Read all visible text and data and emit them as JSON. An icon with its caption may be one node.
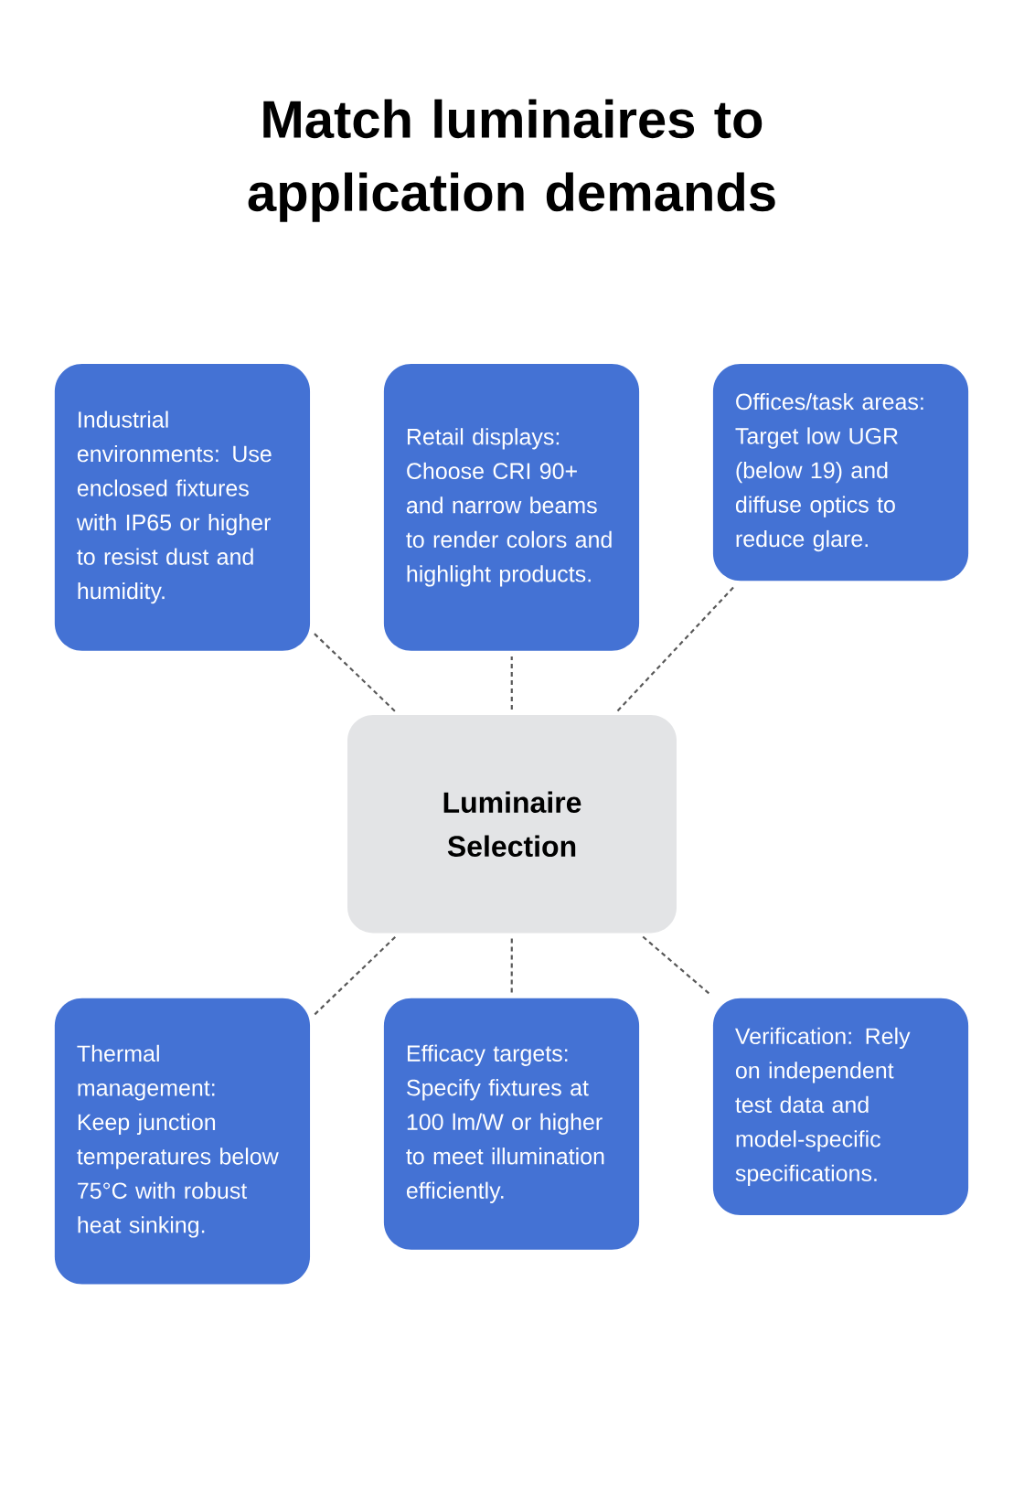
{
  "diagram": {
    "title": "Match luminaires to application demands",
    "nodes": [
      {
        "text": [
          "Industrial environments: Use enclosed fixtures with IP65 or higher to resist dust and humidity."
        ]
      },
      {
        "text": [
          "Retail displays: Choose CRI 90+ and narrow beams to render colors and highlight products."
        ]
      },
      {
        "text": [
          "Offices/task areas: Target low UGR (below 19) and diffuse optics to reduce glare."
        ]
      },
      {
        "text": [
          "Luminaire Selection"
        ]
      },
      {
        "text": [
          "Thermal management: Keep junction temperatures below 75°C with robust heat sinking."
        ]
      },
      {
        "text": [
          "Efficacy targets: Specify fixtures at 100 lm/W or higher to meet illumination efficiently."
        ]
      },
      {
        "text": [
          "Verification: Rely on independent test data and model-specific specifications."
        ]
      }
    ],
    "edges": [
      {
        "from": 3,
        "to": 0,
        "arrow": "none",
        "style": "dashed"
      },
      {
        "from": 3,
        "to": 1,
        "arrow": "none",
        "style": "dashed"
      },
      {
        "from": 3,
        "to": 2,
        "arrow": "none",
        "style": "dashed"
      },
      {
        "from": 3,
        "to": 4,
        "arrow": "none",
        "style": "dashed"
      },
      {
        "from": 3,
        "to": 5,
        "arrow": "none",
        "style": "dashed"
      },
      {
        "from": 3,
        "to": 6,
        "arrow": "none",
        "style": "dashed"
      }
    ]
  }
}
